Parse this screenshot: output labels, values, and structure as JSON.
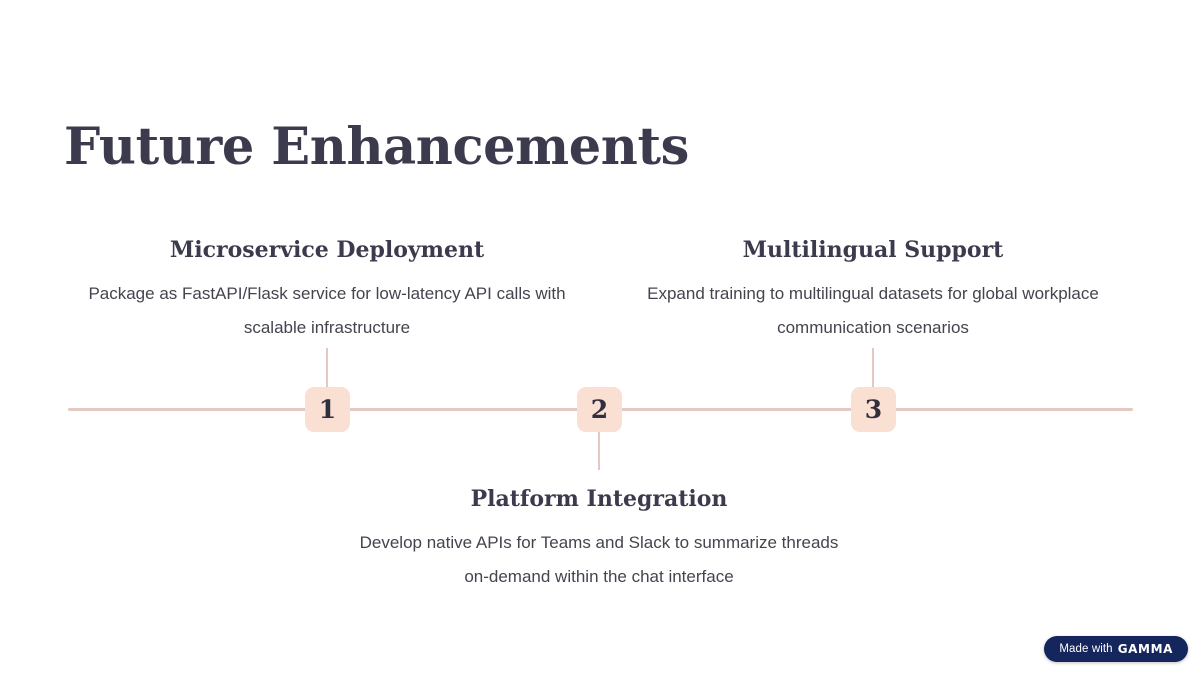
{
  "slide": {
    "title": "Future Enhancements",
    "background_color": "#ffffff",
    "title_color": "#3b3b4d",
    "accent_color": "#fadfd3",
    "line_color": "#e3c9c1"
  },
  "timeline": {
    "items": [
      {
        "number": "1",
        "title": "Microservice Deployment",
        "description": "Package as FastAPI/Flask service for low-latency API calls with scalable infrastructure",
        "position": "above"
      },
      {
        "number": "2",
        "title": "Platform Integration",
        "description": "Develop native APIs for Teams and Slack to summarize threads on-demand within the chat interface",
        "position": "below"
      },
      {
        "number": "3",
        "title": "Multilingual Support",
        "description": "Expand training to multilingual datasets for global workplace communication scenarios",
        "position": "above"
      }
    ]
  },
  "badge": {
    "made_with": "Made with",
    "brand": "GAMMA",
    "background_color": "#14265c"
  }
}
